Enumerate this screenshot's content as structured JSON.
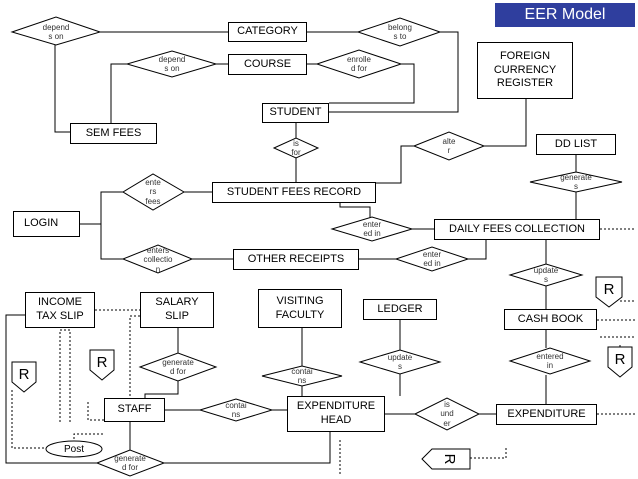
{
  "title": "EER Model",
  "colors": {
    "title_bg": "#2f3e9e",
    "title_fg": "#ffffff",
    "line": "#000000"
  },
  "entities": {
    "category": "CATEGORY",
    "course": "COURSE",
    "student": "STUDENT",
    "sem_fees": "SEM FEES",
    "foreign_currency_register": "FOREIGN\nCURRENCY\nREGISTER",
    "dd_list": "DD LIST",
    "student_fees_record": "STUDENT FEES RECORD",
    "login": "LOGIN",
    "daily_fees_collection": "DAILY FEES COLLECTION",
    "other_receipts": "OTHER RECEIPTS",
    "income_tax_slip": "INCOME\nTAX SLIP",
    "salary_slip": "SALARY\nSLIP",
    "visiting_faculty": "VISITING\nFACULTY",
    "ledger": "LEDGER",
    "cash_book": "CASH BOOK",
    "staff": "STAFF",
    "expenditure_head": "EXPENDITURE\nHEAD",
    "expenditure": "EXPENDITURE"
  },
  "relationships": {
    "depends_on_1": "depend\ns on",
    "belongs_to": "belong\ns to",
    "depends_on_2": "depend\ns on",
    "enrolled_for": "enrolle\nd for",
    "is_for": "is\nfor",
    "alter": "alte\nr",
    "enters_fees": "ente\nrs\nfees",
    "generates_1": "generate\ns",
    "entered_in_1": "enter\ned in",
    "enters_collection": "enters\ncollectio\nn",
    "entered_in_2": "enter\ned in",
    "updates_1": "update\ns",
    "generated_for_1": "generate\nd for",
    "contains_1": "contai\nns",
    "updates_2": "update\ns",
    "entered_in_3": "entered\nin",
    "contains_2": "contai\nns",
    "is_under": "is\nund\ner",
    "generated_for_2": "generate\nd for"
  },
  "attribute_post": "Post",
  "r_markers": [
    "R",
    "R",
    "R",
    "R",
    "R"
  ]
}
